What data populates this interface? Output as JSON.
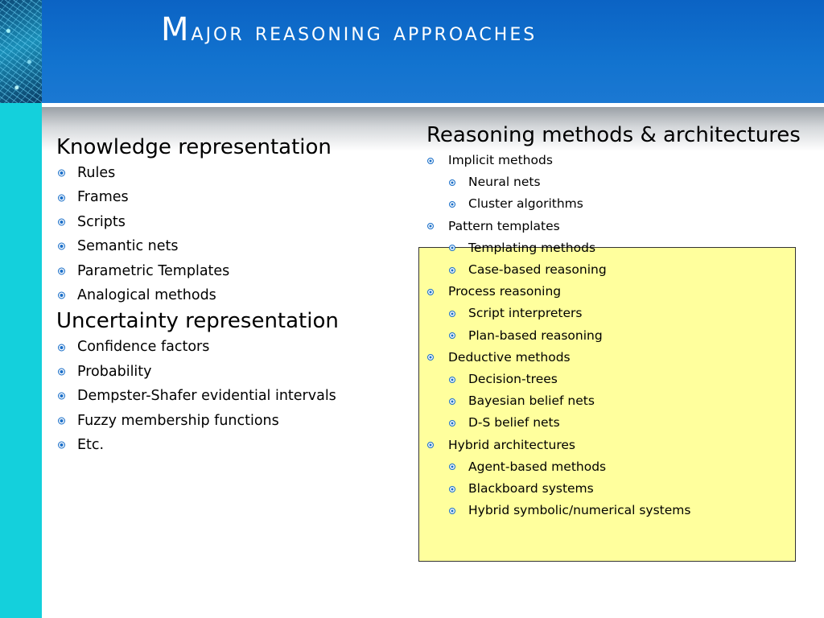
{
  "slide": {
    "title_first": "M",
    "title_rest": "ajor reasoning approaches"
  },
  "left": {
    "sections": [
      {
        "heading": "Knowledge representation",
        "items": [
          "Rules",
          "Frames",
          "Scripts",
          "Semantic nets",
          "Parametric Templates",
          "Analogical methods"
        ]
      },
      {
        "heading": "Uncertainty representation",
        "items": [
          "Confidence factors",
          "Probability",
          "Dempster-Shafer evidential intervals",
          "Fuzzy membership functions",
          "Etc."
        ]
      }
    ]
  },
  "right": {
    "heading": "Reasoning methods & architectures",
    "groups": [
      {
        "label": "Implicit methods",
        "items": [
          "Neural nets",
          "Cluster algorithms"
        ]
      },
      {
        "label": "Pattern templates",
        "items": [
          "Templating methods",
          "Case-based reasoning"
        ]
      },
      {
        "label": "Process reasoning",
        "items": [
          "Script interpreters",
          "Plan-based reasoning"
        ]
      },
      {
        "label": "Deductive methods",
        "items": [
          "Decision-trees",
          "Bayesian belief nets",
          "D-S belief nets"
        ]
      },
      {
        "label": "Hybrid architectures",
        "items": [
          "Agent-based methods",
          "Blackboard systems",
          "Hybrid symbolic/numerical systems"
        ]
      }
    ]
  },
  "colors": {
    "header_blue": "#1273cf",
    "side_strip": "#14d0dc",
    "highlight_box": "#ffff9d",
    "bullet": "#1a6fc9"
  }
}
